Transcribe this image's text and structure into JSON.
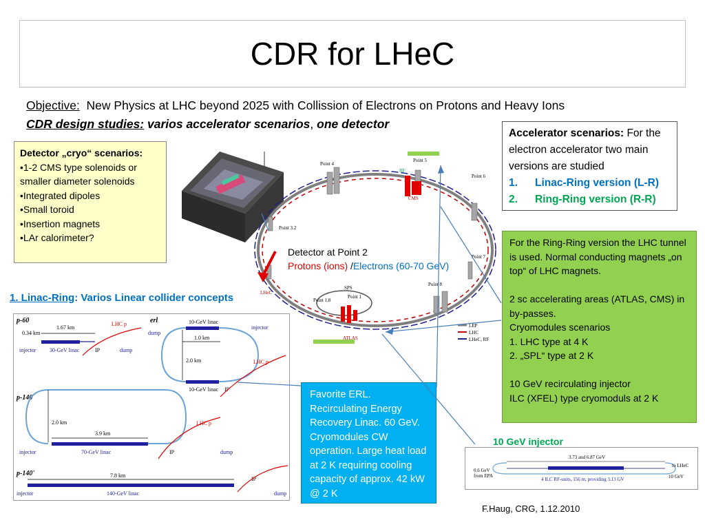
{
  "title": "CDR for LHeC",
  "objective": {
    "label": "Objective:",
    "text": "New Physics at LHC beyond 2025 with Collission of Electrons on Protons and Heavy Ions"
  },
  "cdr": {
    "label": "CDR design studies:",
    "text1": "varios accelerator scenarios",
    "sep": ",",
    "text2": "one detector"
  },
  "accelerator_box": {
    "heading": "Accelerator scenarios:",
    "text": "For the electron accelerator two main versions are studied",
    "items": [
      {
        "num": "1.",
        "label": "Linac-Ring version (L-R)",
        "color": "#0070c0"
      },
      {
        "num": "2.",
        "label": "Ring-Ring version (R-R)",
        "color": "#00a651"
      }
    ]
  },
  "cryo_box": {
    "heading": "Detector „cryo“ scenarios:",
    "items": [
      "•1-2 CMS type solenoids or smaller diameter solenoids",
      "•Integrated dipoles",
      "•Small toroid",
      "•Insertion magnets",
      "•LAr calorimeter?"
    ]
  },
  "detector_label": {
    "line1": "Detector at Point 2",
    "protons": "Protons (ions)",
    "slash": " /",
    "electrons": "Electrons (60-70 GeV)"
  },
  "linac_ring": {
    "link": "1. Linac-Ring",
    "text": ": Varios Linear collider concepts"
  },
  "ring_ring_box": {
    "lines": [
      "For the Ring-Ring version  the LHC tunnel is used. Normal conducting magnets „on top“ of LHC magnets.",
      "",
      "2 sc accelerating areas (ATLAS, CMS) in by-passes.",
      "Cryomodules scenarios",
      "1.   LHC type at 4 K",
      "2.   „SPL“ type at 2 K",
      "",
      "10 GeV recirculating injector",
      "ILC (XFEL) type cryomoduls at 2 K"
    ]
  },
  "erl_box": {
    "text": "Favorite ERL. Recirculating Energy Recovery Linac. 60 GeV. Cryomodules CW operation. Large heat load at 2 K requiring cooling capacity of approx. 42 kW @ 2 K"
  },
  "injector": {
    "heading": "10 GeV injector",
    "top_label": "3.73  and  6.87 GeV",
    "left_label1": "0.6 GeV",
    "left_label2": "from EPA",
    "right_top": "to LHeC",
    "right_bottom": "10 GeV",
    "bottom_label": "4 ILC RF-units, 156 m, providing 3.13 GV"
  },
  "footer": "F.Haug, CRG, 1.12.2010",
  "lhc_ring": {
    "points": [
      "Point 4",
      "Point 5",
      "Point 6",
      "Point 7",
      "Point 8",
      "Point 1",
      "Point 3.2",
      "Point 1.8",
      "SPS"
    ],
    "labels": [
      "CMS",
      "ATLAS",
      "RF",
      "LHeC"
    ],
    "legend": [
      "LEP",
      "LHC",
      "LHeC, RF"
    ]
  },
  "linac_diagram": {
    "p60": {
      "label": "p-60",
      "dim1": "1.67 km",
      "dim2": "0.34 km",
      "linac": "30-GeV linac",
      "injector": "injector",
      "ip": "IP",
      "dump": "dump",
      "lhc": "LHC p"
    },
    "erl": {
      "label": "erl",
      "linac_top": "10-GeV linac",
      "linac_bottom": "10-GeV linac",
      "dim1": "1.0 km",
      "dim2": "2.0 km",
      "injector": "injector",
      "dump": "dump",
      "ip": "IP",
      "lhc": "LHC p"
    },
    "p140": {
      "label": "p-140",
      "dim1": "2.0 km",
      "dim2": "3.9 km",
      "linac": "70-GeV linac",
      "injector": "injector",
      "ip": "IP",
      "dump": "dump",
      "lhc": "LHC p"
    },
    "p140b": {
      "label": "p-140'",
      "dim": "7.8 km",
      "linac": "140-GeV linac",
      "injector": "injector",
      "ip": "IP",
      "dump": "dump"
    }
  },
  "colors": {
    "blue_text": "#0070c0",
    "green_text": "#00a651",
    "ring_box_bg": "#92d050",
    "erl_box_bg": "#00b0f0",
    "cryo_box_bg": "#ffffc9"
  }
}
